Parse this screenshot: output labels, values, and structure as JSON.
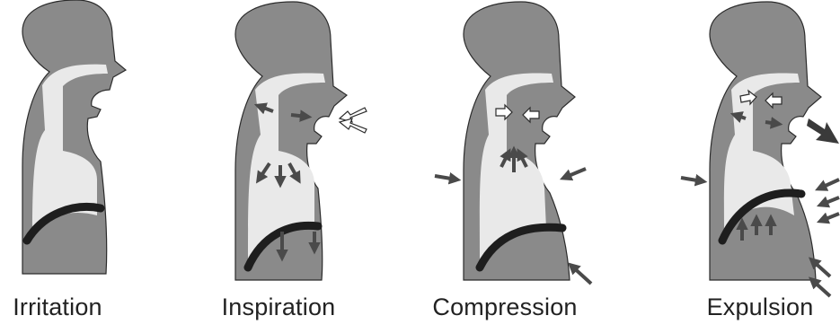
{
  "panels": [
    {
      "id": "irritation",
      "label": "Irritation"
    },
    {
      "id": "inspiration",
      "label": "Inspiration"
    },
    {
      "id": "compression",
      "label": "Compression"
    },
    {
      "id": "expulsion",
      "label": "Expulsion"
    }
  ],
  "colors": {
    "tissue": "#8a8a8a",
    "cavity": "#e9e9e9",
    "diaphragm": "#1e1e1e",
    "arrow_dark": "#4a4a4a",
    "arrow_light": "#ffffff",
    "outline": "#2b2b2b"
  },
  "icons": {
    "dark_arrow": "arrow-dark-icon",
    "open_arrow": "arrow-open-icon",
    "expelled_air": "expelled-air-icon"
  }
}
